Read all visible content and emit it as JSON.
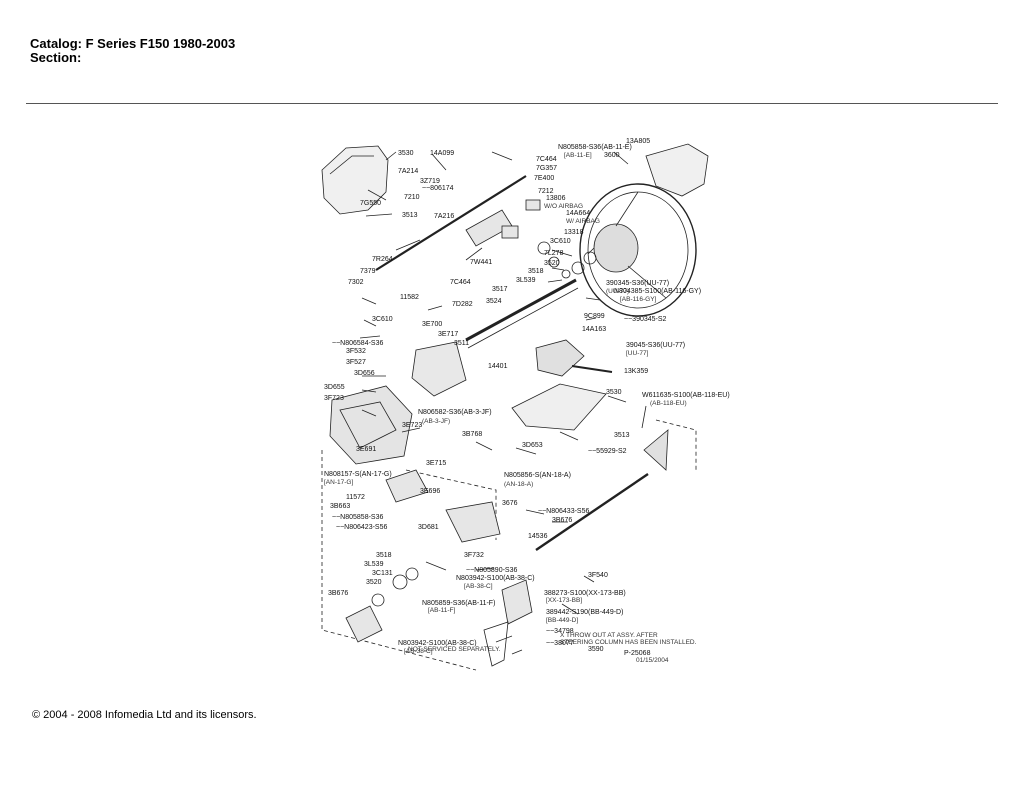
{
  "header": {
    "catalog": "Catalog: F Series F150 1980-2003",
    "section": "Section:"
  },
  "footer": {
    "copyright": "© 2004 - 2008 Infomedia Ltd and its licensors."
  },
  "diagram": {
    "labels": [
      {
        "text": "3530"
      },
      {
        "text": "14A099"
      },
      {
        "text": "N805858-S36(AB-11-E)"
      },
      {
        "text": "[AB-11-E]",
        "sub": true
      },
      {
        "text": "13A805"
      },
      {
        "text": "3600"
      },
      {
        "text": "7C464"
      },
      {
        "text": "7A214"
      },
      {
        "text": "7G357"
      },
      {
        "text": "3Z719"
      },
      {
        "text": "7E400"
      },
      {
        "text": "~~806174"
      },
      {
        "text": "7210"
      },
      {
        "text": "7212"
      },
      {
        "text": "7G550"
      },
      {
        "text": "13806"
      },
      {
        "text": "W/O AIRBAG",
        "sub": true
      },
      {
        "text": "3513"
      },
      {
        "text": "7A216"
      },
      {
        "text": "14A664"
      },
      {
        "text": "W/ AIRBAG",
        "sub": true
      },
      {
        "text": "13318"
      },
      {
        "text": "3C610"
      },
      {
        "text": "7L278"
      },
      {
        "text": "7R264"
      },
      {
        "text": "7W441"
      },
      {
        "text": "3520"
      },
      {
        "text": "7379"
      },
      {
        "text": "3518"
      },
      {
        "text": "3L539"
      },
      {
        "text": "7302"
      },
      {
        "text": "7C464"
      },
      {
        "text": "390345-S36(UU-77)"
      },
      {
        "text": "(UU-77)",
        "sub": true
      },
      {
        "text": "3517"
      },
      {
        "text": "N804385-S100(AB-116-GY)"
      },
      {
        "text": "[AB-116-GY]",
        "sub": true
      },
      {
        "text": "11582"
      },
      {
        "text": "7D282"
      },
      {
        "text": "3524"
      },
      {
        "text": "9C899"
      },
      {
        "text": "3C610"
      },
      {
        "text": "~~390345-S2"
      },
      {
        "text": "3E700"
      },
      {
        "text": "14A163"
      },
      {
        "text": "3E717"
      },
      {
        "text": "~~N806584-S36"
      },
      {
        "text": "3511"
      },
      {
        "text": "39045-S36(UU-77)"
      },
      {
        "text": "[UU-77]",
        "sub": true
      },
      {
        "text": "3F532"
      },
      {
        "text": "3F527"
      },
      {
        "text": "14401"
      },
      {
        "text": "13K359"
      },
      {
        "text": "3D656"
      },
      {
        "text": "3D655"
      },
      {
        "text": "3530"
      },
      {
        "text": "3F723"
      },
      {
        "text": "W611635-S100(AB-118-EU)"
      },
      {
        "text": "(AB-118-EU)",
        "sub": true
      },
      {
        "text": "N806582-S36(AB-3-JF)"
      },
      {
        "text": "(AB-3-JF)",
        "sub": true
      },
      {
        "text": "3E723"
      },
      {
        "text": "3B768"
      },
      {
        "text": "3513"
      },
      {
        "text": "3D653"
      },
      {
        "text": "3E691"
      },
      {
        "text": "~~55929-S2"
      },
      {
        "text": "N808157-S(AN-17-G)"
      },
      {
        "text": "[AN-17-G]",
        "sub": true
      },
      {
        "text": "3E715"
      },
      {
        "text": "N805856-S(AN-18-A)"
      },
      {
        "text": "(AN-18-A)",
        "sub": true
      },
      {
        "text": "11572"
      },
      {
        "text": "3E696"
      },
      {
        "text": "3676"
      },
      {
        "text": "3B663"
      },
      {
        "text": "~~N806433-S56"
      },
      {
        "text": "~~N805858-S36"
      },
      {
        "text": "3B676"
      },
      {
        "text": "~~N806423-S56"
      },
      {
        "text": "3D681"
      },
      {
        "text": "14536"
      },
      {
        "text": "3518"
      },
      {
        "text": "3F732"
      },
      {
        "text": "3L539"
      },
      {
        "text": "~~N805890-S36"
      },
      {
        "text": "3C131"
      },
      {
        "text": "N803942-S100(AB-38-C)"
      },
      {
        "text": "3520"
      },
      {
        "text": "[AB-38-C]",
        "sub": true
      },
      {
        "text": "3F540"
      },
      {
        "text": "3B676"
      },
      {
        "text": "388273-S100(XX-173-BB)"
      },
      {
        "text": "N805859-S36(AB-11-F)"
      },
      {
        "text": "[XX-173-BB]",
        "sub": true
      },
      {
        "text": "[AB-11-F]",
        "sub": true
      },
      {
        "text": "389442-S190(BB-449-D)"
      },
      {
        "text": "[BB-449-D]",
        "sub": true
      },
      {
        "text": "~~34798"
      },
      {
        "text": "X THROW OUT AT ASSY. AFTER",
        "sub": true
      },
      {
        "text": "STEERING COLUMN HAS BEEN INSTALLED.",
        "sub": true
      },
      {
        "text": "N803942-S100(AB-38-C)"
      },
      {
        "text": "[AB-38-C]",
        "sub": true
      },
      {
        "text": "~~38077"
      },
      {
        "text": "NOT SERVICED SEPARATELY.",
        "sub": true
      },
      {
        "text": "3590"
      },
      {
        "text": "P-25068"
      },
      {
        "text": "01/15/2004",
        "sub": true
      }
    ]
  }
}
